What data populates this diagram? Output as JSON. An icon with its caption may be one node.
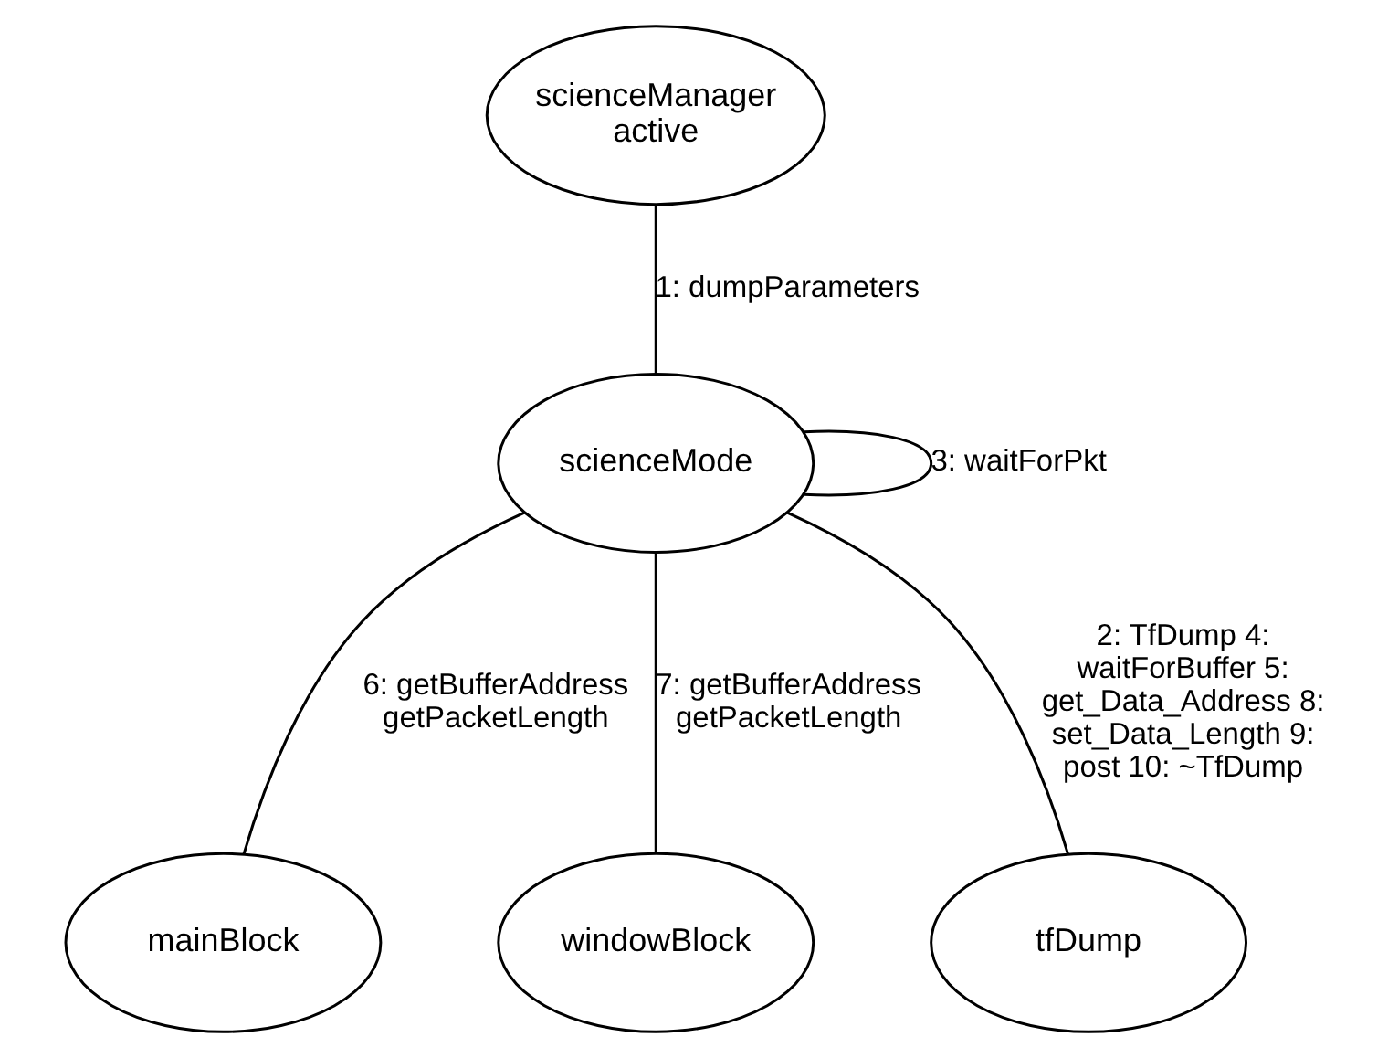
{
  "diagram": {
    "nodes": [
      {
        "text": [
          "scienceManager",
          "active"
        ]
      },
      {
        "text": [
          "scienceMode"
        ]
      },
      {
        "text": [
          "mainBlock"
        ]
      },
      {
        "text": [
          "windowBlock"
        ]
      },
      {
        "text": [
          "tfDump"
        ]
      }
    ],
    "edges": [
      {
        "from": 0,
        "to": 1,
        "arrow": "none",
        "label": "1: dumpParameters"
      },
      {
        "from": 1,
        "to": 1,
        "arrow": "none",
        "label": "3: waitForPkt"
      },
      {
        "from": 1,
        "to": 2,
        "arrow": "none",
        "label": "6: getBufferAddress getPacketLength"
      },
      {
        "from": 1,
        "to": 3,
        "arrow": "none",
        "label": "7: getBufferAddress getPacketLength"
      },
      {
        "from": 1,
        "to": 4,
        "arrow": "none",
        "label": "2: TfDump 4: waitForBuffer 5: get_Data_Address 8: set_Data_Length 9: post 10: ~TfDump"
      }
    ]
  }
}
